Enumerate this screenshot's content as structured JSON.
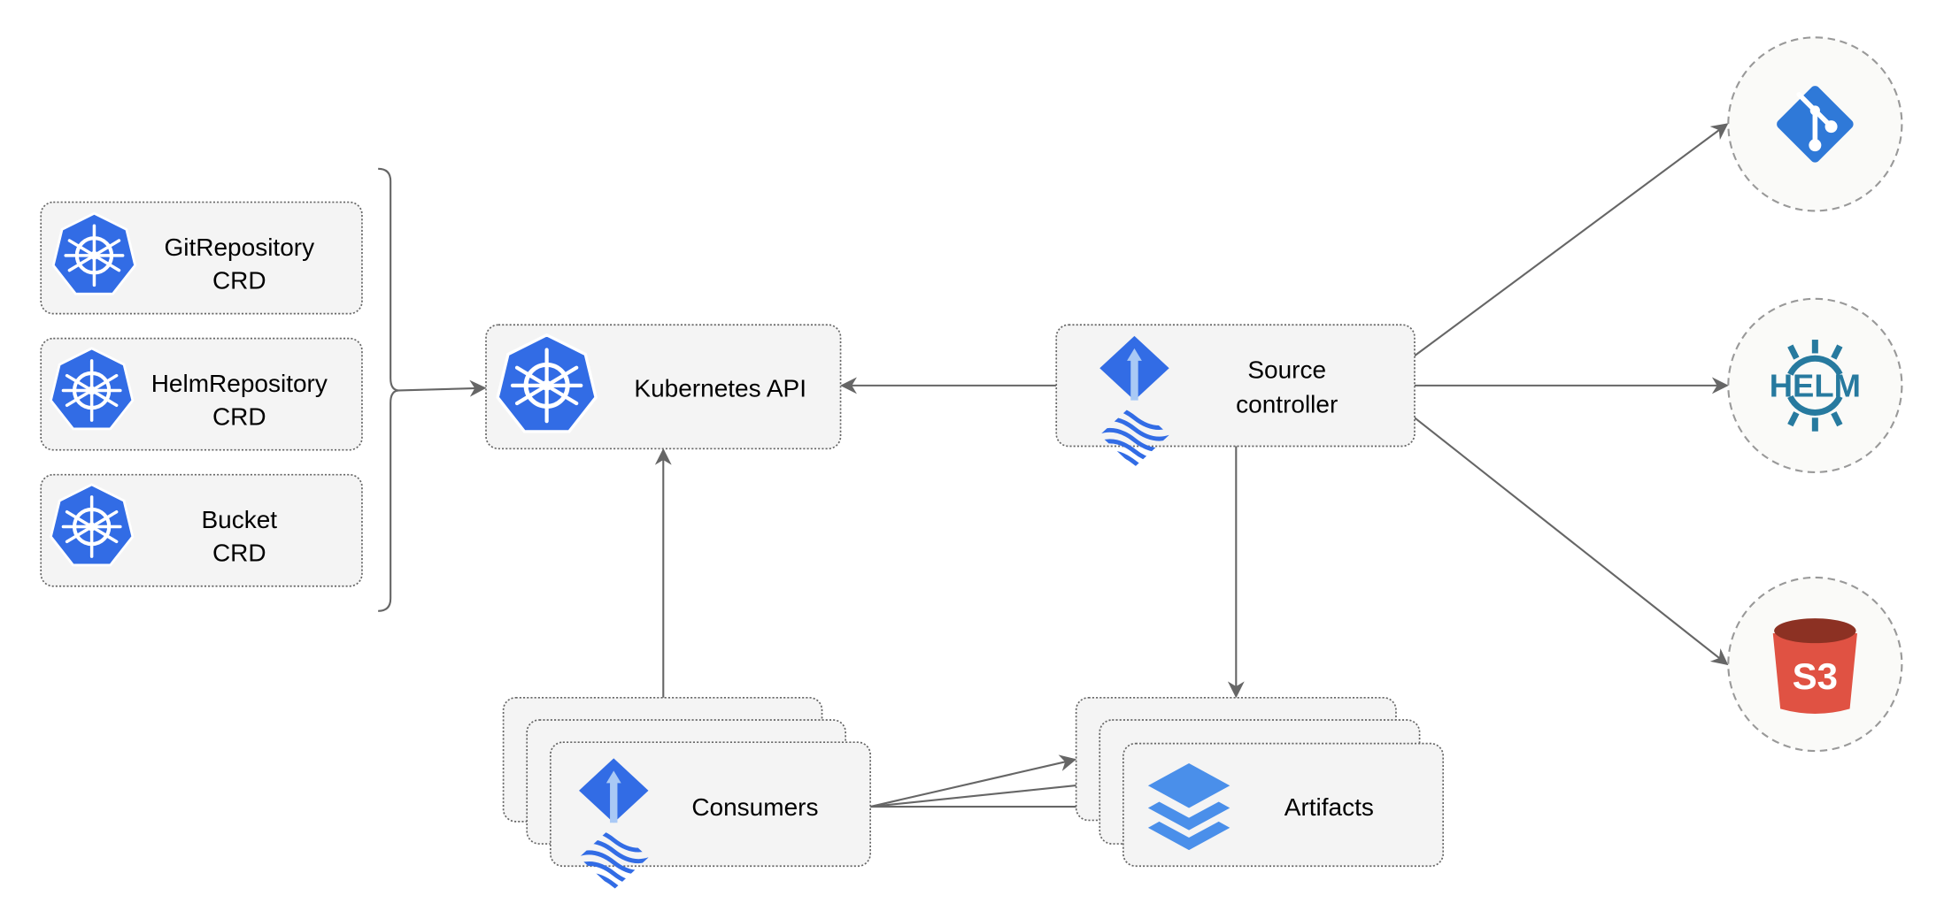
{
  "nodes": {
    "git_repository_crd": {
      "line1": "GitRepository",
      "line2": "CRD",
      "icon": "kubernetes-icon"
    },
    "helm_repository_crd": {
      "line1": "HelmRepository",
      "line2": "CRD",
      "icon": "kubernetes-icon"
    },
    "bucket_crd": {
      "line1": "Bucket",
      "line2": "CRD",
      "icon": "kubernetes-icon"
    },
    "kubernetes_api": {
      "label": "Kubernetes API",
      "icon": "kubernetes-icon"
    },
    "source_controller": {
      "line1": "Source",
      "line2": "controller",
      "icon": "flux-icon"
    },
    "consumers": {
      "label": "Consumers",
      "icon": "flux-icon"
    },
    "artifacts": {
      "label": "Artifacts",
      "icon": "layers-icon"
    },
    "git": {
      "icon": "git-icon"
    },
    "helm": {
      "label": "HELM",
      "icon": "helm-icon"
    },
    "s3": {
      "label": "S3",
      "icon": "s3-bucket-icon"
    }
  },
  "colors": {
    "kubernetes": "#326CE5",
    "git": "#2F79D8",
    "helm": "#277A9F",
    "s3": "#E05243",
    "s3_top": "#8C3123",
    "artifacts": "#4A8FEA"
  }
}
